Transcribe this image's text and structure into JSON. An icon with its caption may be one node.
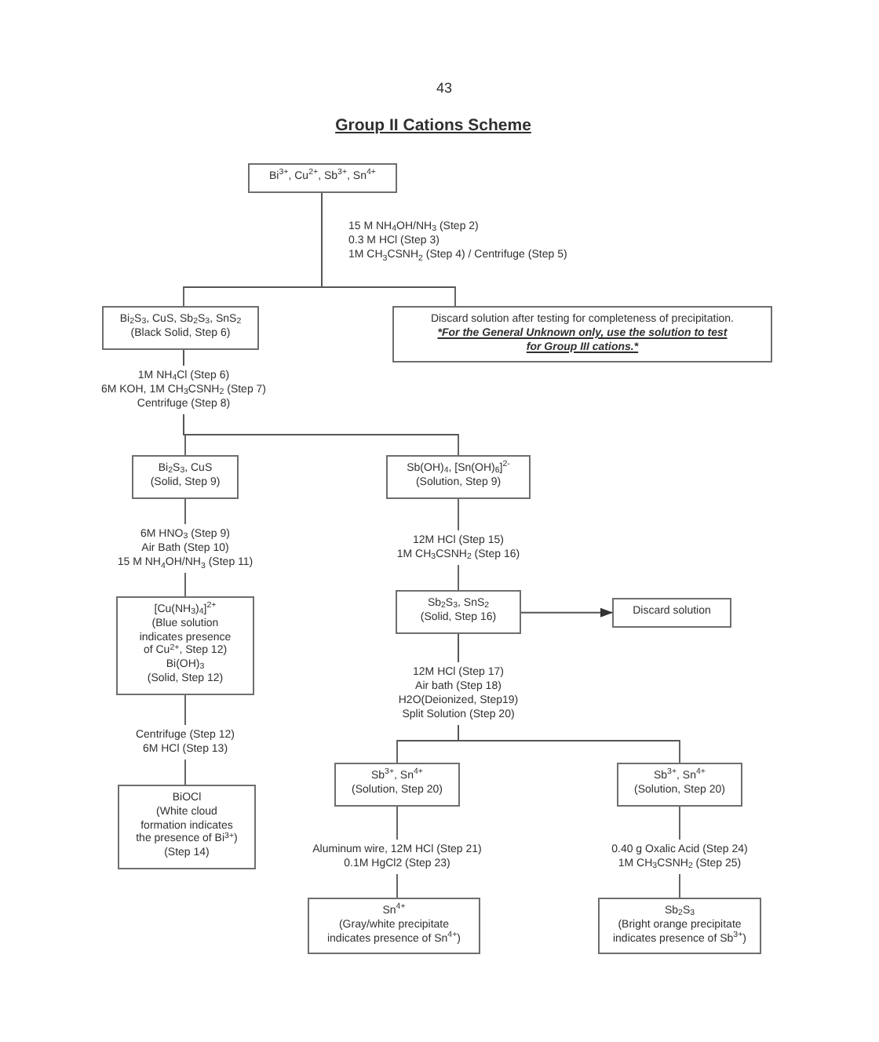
{
  "diagram": {
    "title": "Group II Cations Scheme",
    "nodes": [
      {
        "text": [
          "Bi$^{3+}$, Cu$^{2+}$, Sb$^{3+}$, Sn$^{4+}$"
        ]
      },
      {
        "text": [
          "Bi$_{2}$S$_{3}$, CuS, Sb$_{2}$S$_{3}$, SnS$_{2}$",
          "(Black Solid, Step 6)"
        ]
      },
      {
        "text": [
          "Discard solution after testing for completeness of precipitation.",
          "*For the General Unknown only, use the solution to test for Group III cations.*"
        ]
      },
      {
        "text": [
          "Bi$_{2}$S$_{3}$, CuS",
          "(Solid, Step 9)"
        ]
      },
      {
        "text": [
          "Sb(OH)$_{4}$, [Sn(OH)$_{6}$]$^{2-}$",
          "(Solution, Step 9)"
        ]
      },
      {
        "text": [
          "[Cu(NH$_{3}$)$_{4}$]$^{2+}$",
          "(Blue solution indicates presence of Cu$^{2+}$, Step 12)",
          "Bi(OH)$_{3}$",
          "(Solid, Step 12)"
        ]
      },
      {
        "text": [
          "Sb$_{2}$S$_{3}$, SnS$_{2}$",
          "(Solid, Step 16)"
        ]
      },
      {
        "text": [
          "Discard solution"
        ]
      },
      {
        "text": [
          "BiOCl",
          "(White cloud formation indicates the presence of Bi$^{3+}$)",
          "(Step 14)"
        ]
      },
      {
        "text": [
          "Sb$^{3+}$, Sn$^{4+}$",
          "(Solution, Step 20)"
        ]
      },
      {
        "text": [
          "Sb$^{3+}$, Sn$^{4+}$",
          "(Solution, Step 20)"
        ]
      },
      {
        "text": [
          "Sn$^{4+}$",
          "(Gray/white precipitate indicates presence of Sn$^{4+}$)"
        ]
      },
      {
        "text": [
          "Sb$_{2}$S$_{3}$",
          "(Bright orange precipitate indicates presence of Sb$^{3+}$)"
        ]
      }
    ],
    "edges": [
      {
        "from": 0,
        "to": 1,
        "arrow": "none",
        "label": "15 M NH$_{4}$OH/NH$_{3}$ (Step 2) 0.3 M HCl (Step 3) 1M CH$_{3}$CSNH$_{2}$ (Step 4) / Centrifuge (Step 5)"
      },
      {
        "from": 0,
        "to": 2,
        "arrow": "none"
      },
      {
        "from": 1,
        "to": 3,
        "arrow": "none",
        "label": "1M NH$_{4}$Cl (Step 6) 6M KOH, 1M CH$_{3}$CSNH$_{2}$ (Step 7) Centrifuge (Step 8)"
      },
      {
        "from": 1,
        "to": 4,
        "arrow": "none"
      },
      {
        "from": 3,
        "to": 5,
        "arrow": "none",
        "label": "6M HNO$_{3}$ (Step 9) Air Bath (Step 10) 15 M NH$_{4}$OH/NH$_{3}$ (Step 11)"
      },
      {
        "from": 4,
        "to": 6,
        "arrow": "none",
        "label": "12M HCl (Step 15) 1M CH$_{3}$CSNH$_{2}$ (Step 16)"
      },
      {
        "from": 6,
        "to": 7,
        "arrow": "to"
      },
      {
        "from": 5,
        "to": 8,
        "arrow": "none",
        "label": "Centrifuge (Step 12) 6M HCl (Step 13)"
      },
      {
        "from": 6,
        "to": 9,
        "arrow": "none",
        "label": "12M HCl (Step 17) Air bath (Step 18) H2O(Deionized, Step19) Split Solution (Step 20)"
      },
      {
        "from": 6,
        "to": 10,
        "arrow": "none"
      },
      {
        "from": 9,
        "to": 11,
        "arrow": "none",
        "label": "Aluminum wire, 12M HCl (Step 21) 0.1M HgCl2 (Step 23)"
      },
      {
        "from": 10,
        "to": 12,
        "arrow": "none",
        "label": "0.40 g Oxalic Acid (Step 24) 1M CH$_{3}$CSNH$_{2}$ (Step 25)"
      }
    ],
    "labels": [
      "43"
    ]
  }
}
